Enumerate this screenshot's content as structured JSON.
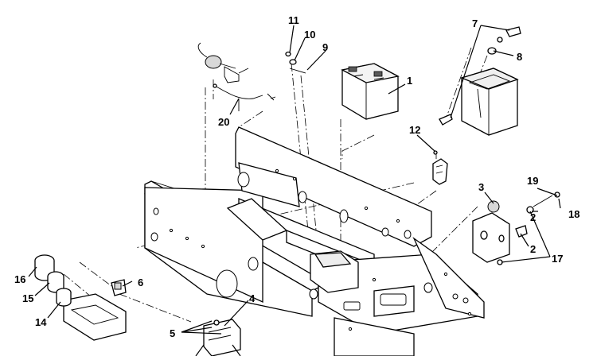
{
  "callouts": {
    "c1": "1",
    "c2a": "2",
    "c2b": "2",
    "c3": "3",
    "c4": "4",
    "c5": "5",
    "c6": "6",
    "c7": "7",
    "c8": "8",
    "c9": "9",
    "c10": "10",
    "c11": "11",
    "c12": "12",
    "c14": "14",
    "c15": "15",
    "c16": "16",
    "c17": "17",
    "c18": "18",
    "c19": "19",
    "c20": "20"
  }
}
